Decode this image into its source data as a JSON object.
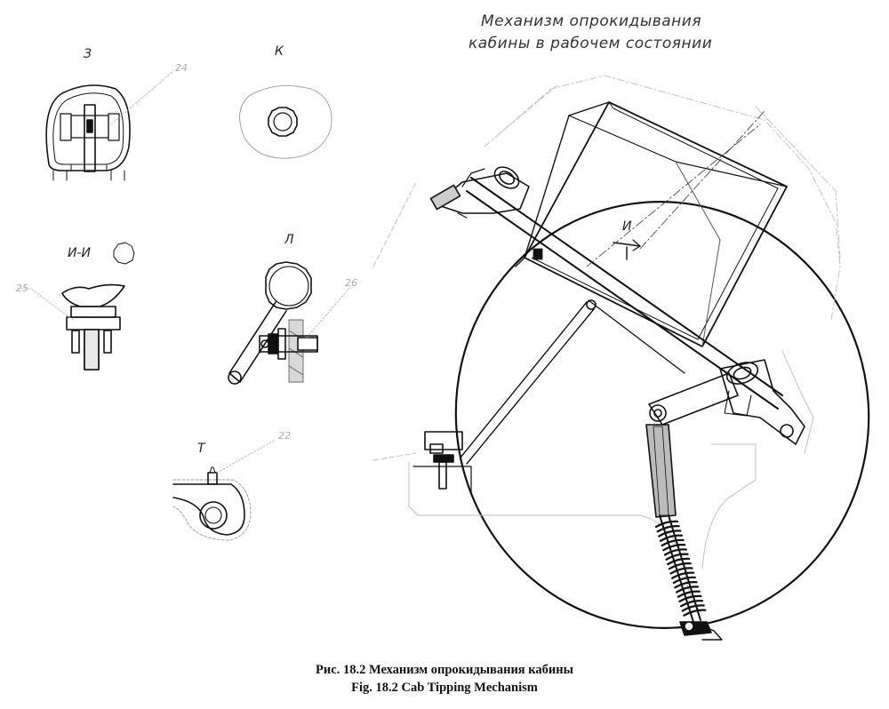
{
  "title": {
    "line1": "Механизм опрокидывания",
    "line2": "кабины в рабочем состоянии"
  },
  "views": {
    "z": "З",
    "k": "К",
    "ii": "И-И",
    "l": "Л",
    "t": "Т",
    "i_marker": "И"
  },
  "callouts": {
    "n24": "24",
    "n25": "25",
    "n26": "26",
    "n22": "22"
  },
  "caption": {
    "ru": "Рис. 18.2  Механизм опрокидывания кабины",
    "en": "Fig. 18.2  Cab Tipping Mechanism"
  }
}
